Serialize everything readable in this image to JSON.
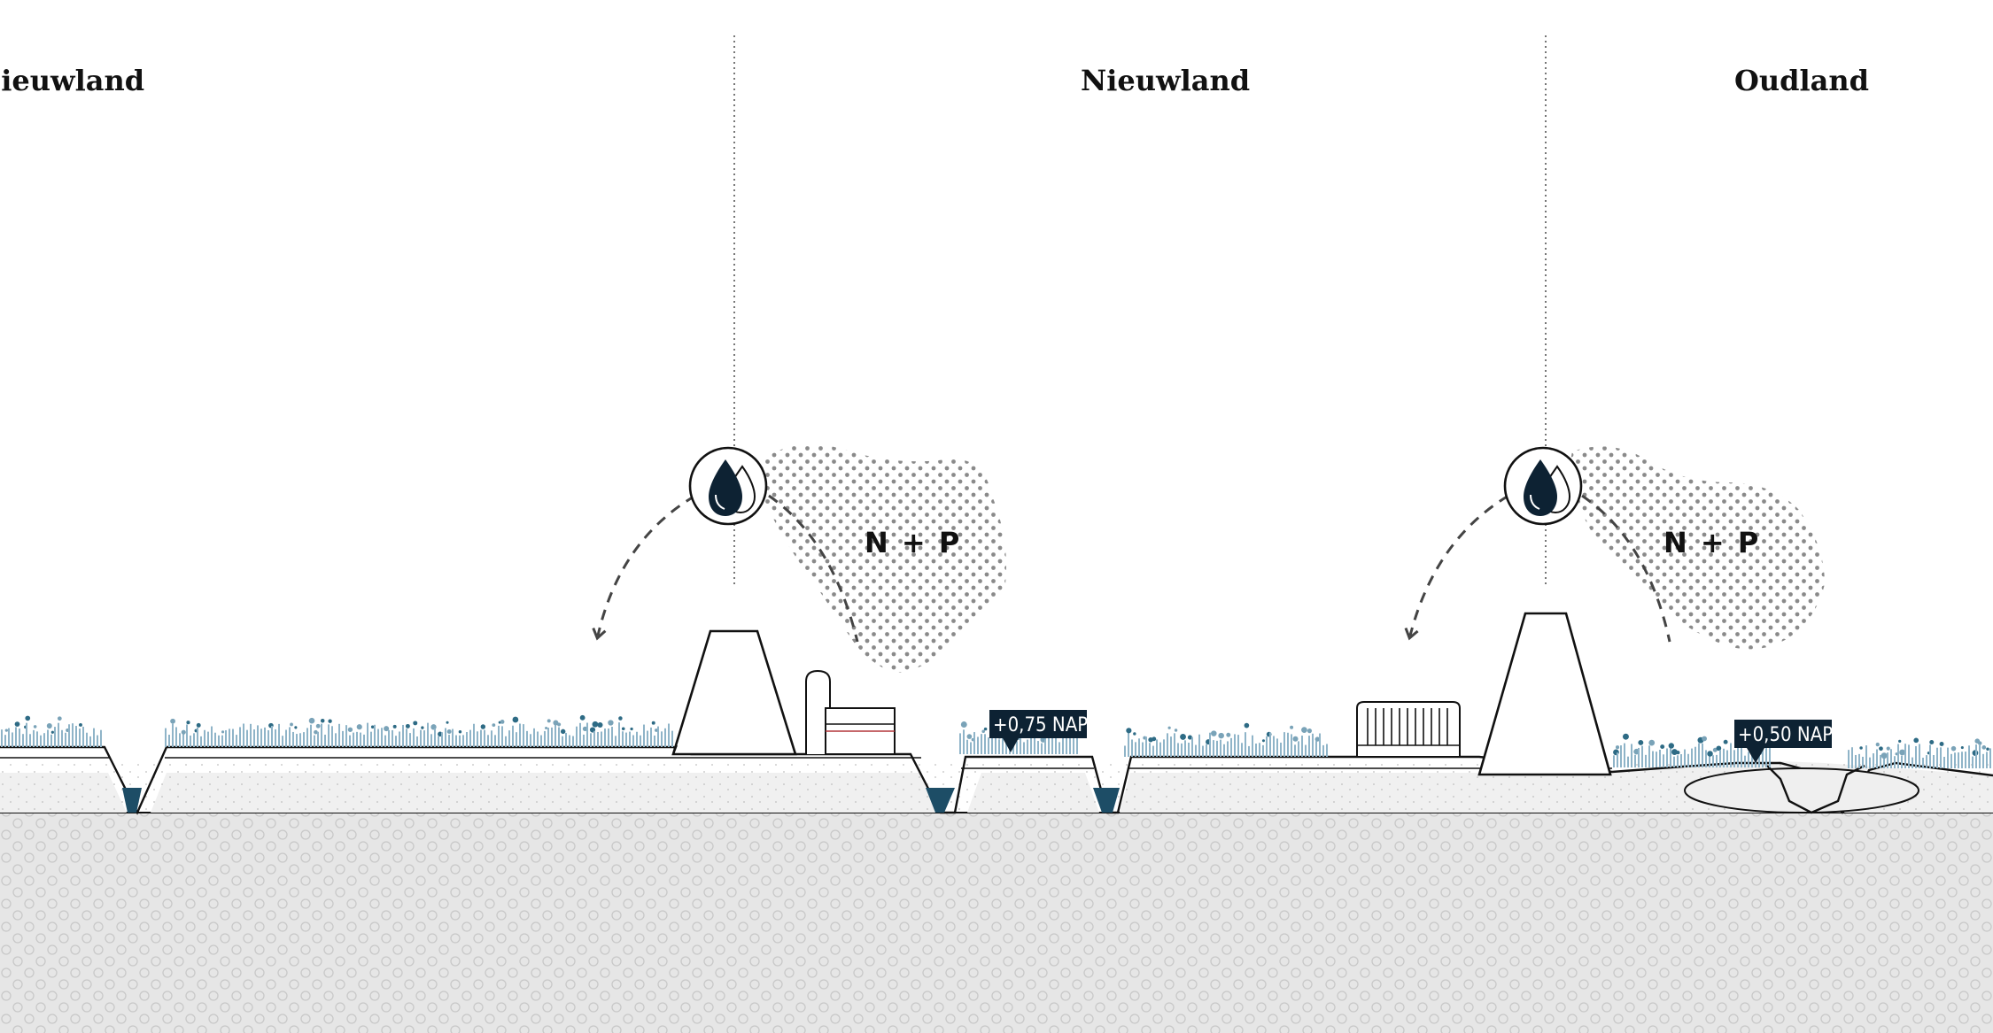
{
  "regions": {
    "left": "Nieuwland",
    "middle": "Nieuwland",
    "right": "Oudland"
  },
  "nutrient_labels": {
    "first": "N + P",
    "second": "N + P"
  },
  "water_levels": {
    "first": "+0,75 NAP",
    "second": "+0,50 NAP"
  },
  "colors": {
    "water": "#1d4d66",
    "grass_stalk": "#8fb4c8",
    "grass_dot": "#2e6b85",
    "soil_light": "#f0f0f0",
    "soil_deep": "#e6e6e6",
    "ink": "#111111",
    "dots_pattern": "#8a8a8a",
    "icon": "drop-icon"
  }
}
